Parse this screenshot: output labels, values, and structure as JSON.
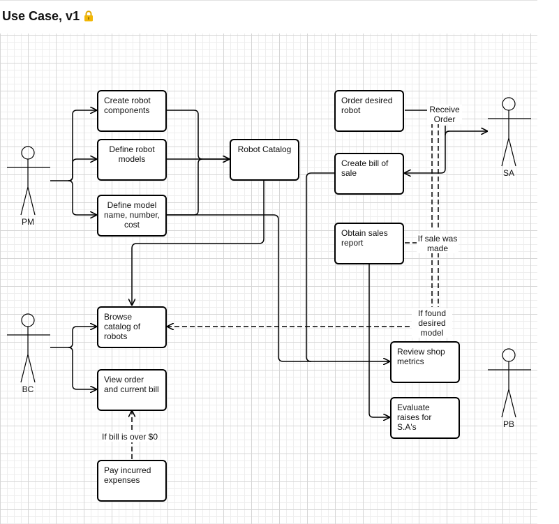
{
  "header": {
    "title": "Use Case, v1",
    "icon": "lock-icon"
  },
  "actors": {
    "pm": "PM",
    "bc": "BC",
    "sa": "SA",
    "pb": "PB"
  },
  "use_cases": {
    "create_robot_components": "Create robot components",
    "define_robot_models": "Define robot models",
    "define_model_name": "Define model name, number, cost",
    "robot_catalog": "Robot Catalog",
    "order_desired_robot": "Order desired robot",
    "create_bill_of_sale": "Create bill of sale",
    "obtain_sales_report": "Obtain sales report",
    "browse_catalog": "Browse catalog of robots",
    "view_order": "View order and current bill",
    "pay_expenses": "Pay incurred expenses",
    "review_shop_metrics": "Review shop metrics",
    "evaluate_raises": "Evaluate raises for S.A's"
  },
  "edge_labels": {
    "receive_order": "Receive Order",
    "if_sale_made": "If sale was made",
    "if_found_model": "If found desired model",
    "if_bill_over": "If bill is over $0"
  }
}
